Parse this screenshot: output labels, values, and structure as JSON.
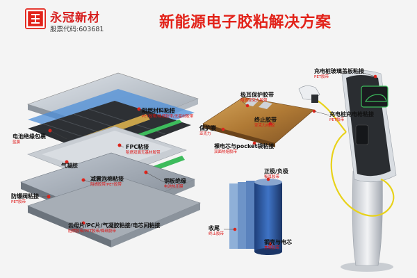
{
  "header": {
    "brand": "永冠新材",
    "stock_code": "股票代码:603681",
    "title": "新能源电子胶粘解决方案"
  },
  "battery_pack": {
    "labels": [
      {
        "main": "阻燃材料粘接",
        "sub": "PET胶带/棉纸胶带/无基材胶带"
      },
      {
        "main": "电池绝缘包裹",
        "sub": "蓝膜"
      },
      {
        "main": "FPC粘接",
        "sub": "阻燃双面无基材胶带"
      },
      {
        "main": "气凝胶",
        "sub": ""
      },
      {
        "main": "减震泡棉粘接",
        "sub": "阻燃胶带/PET胶带"
      },
      {
        "main": "铜板绝缘",
        "sub": "电池热压膜"
      },
      {
        "main": "防爆阀粘接",
        "sub": "PET胶带"
      },
      {
        "main": "云母片/PC片/气凝胶粘接/电芯间粘接",
        "sub": "阻燃胶带/PET胶带/棉纸胶带"
      }
    ]
  },
  "pouch_cell": {
    "labels": [
      {
        "main": "极耳保护胶带",
        "sub": "阻燃亚克力胶带"
      },
      {
        "main": "保护膜",
        "sub": "亚克力"
      },
      {
        "main": "终止胶带",
        "sub": "亚克力/橡胶"
      },
      {
        "main": "裸电芯与pocket袋粘接",
        "sub": "双面热熔胶带"
      }
    ]
  },
  "cylindrical_cell": {
    "labels": [
      {
        "main": "正极/负极",
        "sub": "极耳胶带"
      },
      {
        "main": "收尾",
        "sub": "终止胶带"
      },
      {
        "main": "钢壳与电芯",
        "sub": "焦集胶带"
      }
    ]
  },
  "charger": {
    "labels": [
      {
        "main": "充电桩玻璃盖板粘接",
        "sub": "PET胶带"
      },
      {
        "main": "充电桩充电枪粘接",
        "sub": "PET胶带"
      }
    ]
  },
  "colors": {
    "brand_red": "#e2231a",
    "label_red": "#d11111",
    "charger_yellow": "#e8d21a",
    "cell_blue": "#2d5fa8"
  }
}
